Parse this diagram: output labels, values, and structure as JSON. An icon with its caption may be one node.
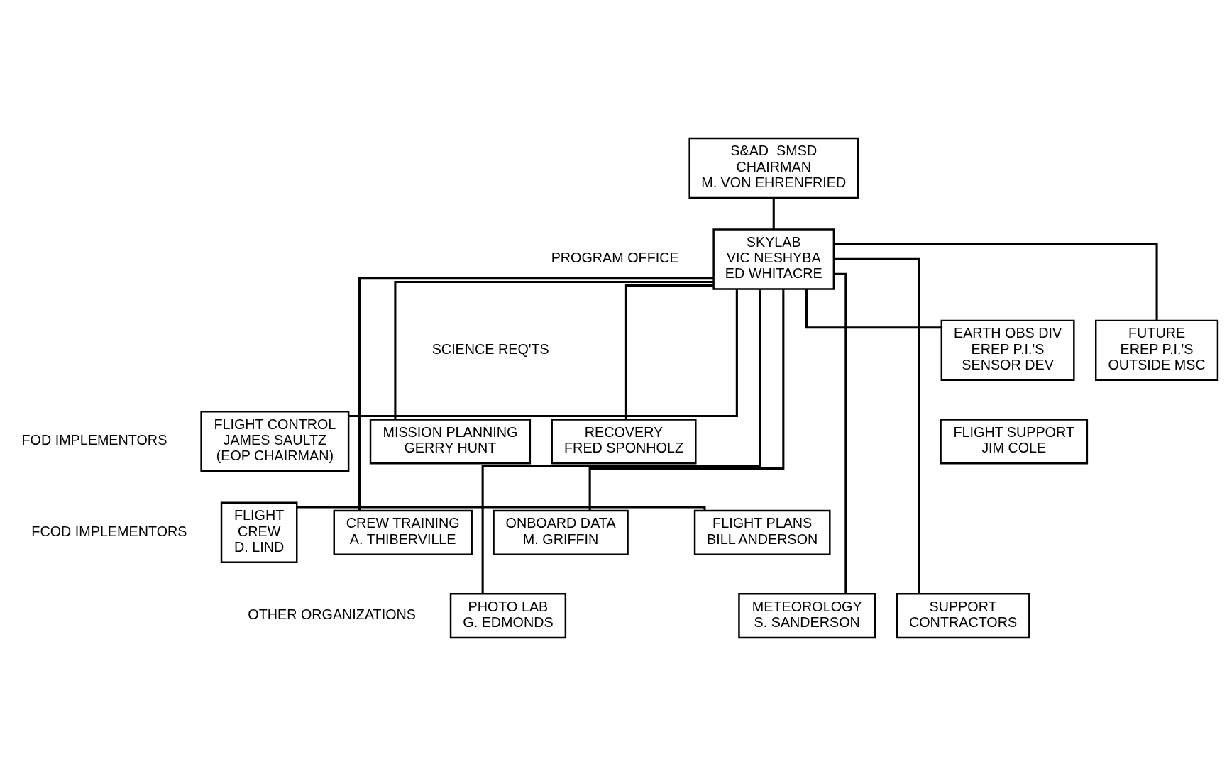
{
  "diagram": {
    "nodes": [
      {
        "text": [
          "S&AD  SMSD",
          "CHAIRMAN",
          "M. VON EHRENFRIED"
        ]
      },
      {
        "text": [
          "SKYLAB",
          "VIC NESHYBA",
          "ED WHITACRE"
        ]
      },
      {
        "text": [
          "EARTH OBS DIV",
          "EREP P.I.'S",
          "SENSOR DEV"
        ]
      },
      {
        "text": [
          "FUTURE",
          "EREP P.I.'S",
          "OUTSIDE MSC"
        ]
      },
      {
        "text": [
          "FLIGHT CONTROL",
          "JAMES SAULTZ",
          "(EOP CHAIRMAN)"
        ]
      },
      {
        "text": [
          "MISSION PLANNING",
          "GERRY HUNT"
        ]
      },
      {
        "text": [
          "FLIGHT SUPPORT",
          "JIM COLE"
        ]
      },
      {
        "text": [
          "RECOVERY",
          "FRED SPONHOLZ"
        ]
      },
      {
        "text": [
          "FLIGHT",
          "CREW",
          "D. LIND"
        ]
      },
      {
        "text": [
          "FLIGHT PLANS",
          "BILL ANDERSON"
        ]
      },
      {
        "text": [
          "CREW TRAINING",
          "A. THIBERVILLE"
        ]
      },
      {
        "text": [
          "ONBOARD DATA",
          "M. GRIFFIN"
        ]
      },
      {
        "text": [
          "PHOTO LAB",
          "G. EDMONDS"
        ]
      },
      {
        "text": [
          "METEOROLOGY",
          "S. SANDERSON"
        ]
      },
      {
        "text": [
          "SUPPORT",
          "CONTRACTORS"
        ]
      }
    ],
    "edges": [
      {
        "from": 0,
        "to": 1,
        "arrow": "none"
      },
      {
        "from": 1,
        "to": 2,
        "arrow": "none"
      },
      {
        "from": 1,
        "to": 4,
        "arrow": "none"
      },
      {
        "from": 1,
        "to": 5,
        "arrow": "none"
      },
      {
        "from": 1,
        "to": 3,
        "arrow": "none"
      },
      {
        "from": 1,
        "to": 7,
        "arrow": "none"
      },
      {
        "from": 8,
        "to": 9,
        "arrow": "none"
      },
      {
        "from": 1,
        "to": 10,
        "arrow": "none"
      },
      {
        "from": 1,
        "to": 11,
        "arrow": "none"
      },
      {
        "from": 1,
        "to": 12,
        "arrow": "none"
      },
      {
        "from": 1,
        "to": 13,
        "arrow": "none"
      },
      {
        "from": 1,
        "to": 14,
        "arrow": "none"
      }
    ],
    "labels": [
      "PROGRAM OFFICE",
      "SCIENCE REQ'TS",
      "FOD IMPLEMENTORS",
      "FCOD IMPLEMENTORS",
      "OTHER ORGANIZATIONS"
    ]
  }
}
